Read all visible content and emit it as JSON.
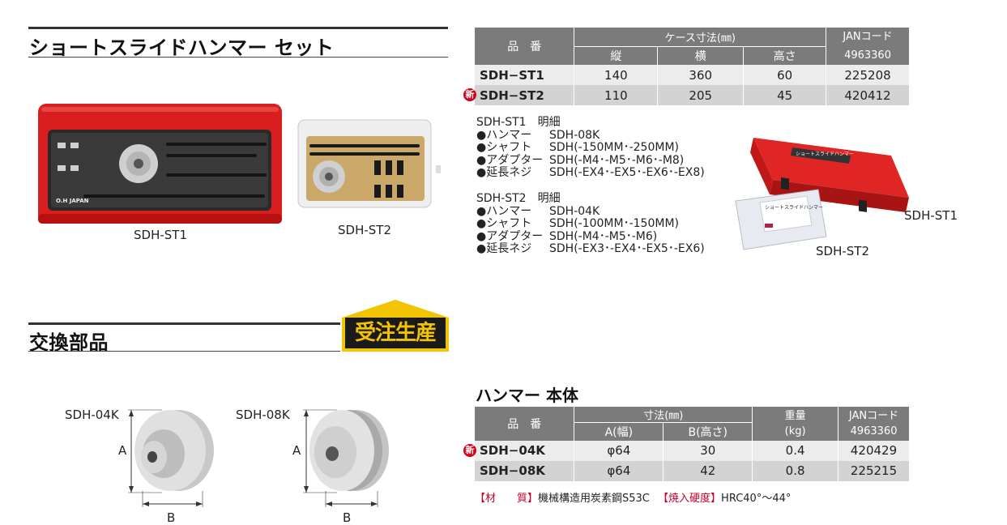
{
  "set_section": {
    "title": "ショートスライドハンマー セット",
    "photo_labels": [
      "SDH-ST1",
      "SDH-ST2"
    ],
    "case_brand": "O.H JAPAN"
  },
  "set_table": {
    "headers": {
      "part_no": "品　番",
      "case_size": "ケース寸法(㎜)",
      "vert": "縦",
      "horiz": "横",
      "height": "高さ",
      "jan": "JANコード",
      "jan_prefix": "4963360"
    },
    "rows": [
      {
        "new": "",
        "part": "SDH−ST1",
        "vert": "140",
        "horiz": "360",
        "height": "60",
        "jan": "225208"
      },
      {
        "new": "新",
        "part": "SDH−ST2",
        "vert": "110",
        "horiz": "205",
        "height": "45",
        "jan": "420412"
      }
    ]
  },
  "details": [
    {
      "title": "SDH-ST1　明細",
      "items": [
        {
          "k": "●ハンマー",
          "v": "SDH-08K"
        },
        {
          "k": "●シャフト",
          "v": "SDH(-150MM･-250MM)"
        },
        {
          "k": "●アダプター",
          "v": "SDH(-M4･-M5･-M6･-M8)"
        },
        {
          "k": "●延長ネジ",
          "v": "SDH(-EX4･-EX5･-EX6･-EX8)"
        }
      ]
    },
    {
      "title": "SDH-ST2　明細",
      "items": [
        {
          "k": "●ハンマー",
          "v": "SDH-04K"
        },
        {
          "k": "●シャフト",
          "v": "SDH(-100MM･-150MM)"
        },
        {
          "k": "●アダプター",
          "v": "SDH(-M4･-M5･-M6)"
        },
        {
          "k": "●延長ネジ",
          "v": "SDH(-EX3･-EX4･-EX5･-EX6)"
        }
      ]
    }
  ],
  "packages": {
    "label1": "SDH-ST1",
    "label2": "SDH-ST2",
    "box_text": "ショートスライドハンマー"
  },
  "parts_section": {
    "title": "交換部品",
    "badge": "受注生産",
    "part_labels": [
      "SDH-04K",
      "SDH-08K"
    ],
    "dim_a": "A",
    "dim_b": "B"
  },
  "hammer_section": {
    "title": "ハンマー 本体",
    "headers": {
      "part_no": "品　番",
      "size": "寸法(㎜)",
      "a": "A(幅)",
      "b": "B(高さ)",
      "weight": "重量",
      "weight_unit": "(kg)",
      "jan": "JANコード",
      "jan_prefix": "4963360"
    },
    "rows": [
      {
        "new": "新",
        "part": "SDH−04K",
        "a": "φ64",
        "b": "30",
        "w": "0.4",
        "jan": "420429"
      },
      {
        "new": "",
        "part": "SDH−08K",
        "a": "φ64",
        "b": "42",
        "w": "0.8",
        "jan": "225215"
      }
    ],
    "material": {
      "mat_label": "【材　　質】",
      "mat_value": "機械構造用炭素鋼S53C",
      "hard_label": "【焼入硬度】",
      "hard_value": "HRC40°～44°"
    }
  }
}
